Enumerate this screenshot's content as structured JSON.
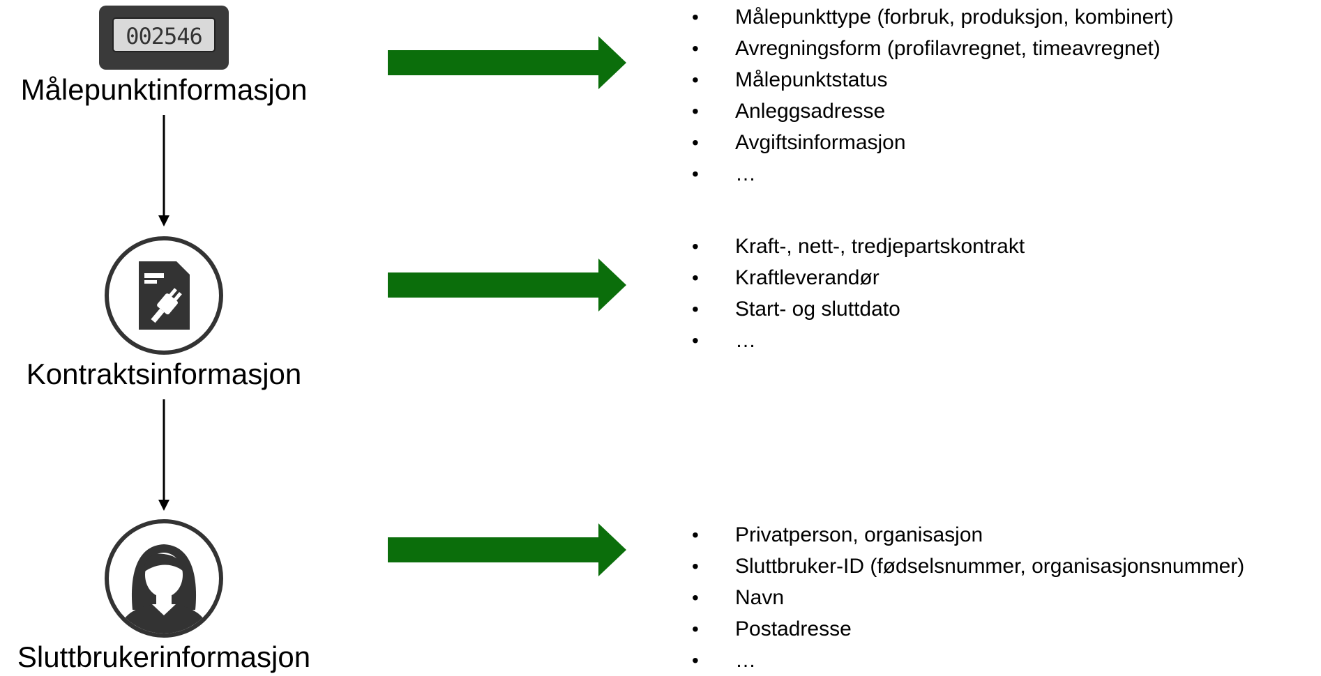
{
  "colors": {
    "arrow_green": "#0b6e0b",
    "icon_dark": "#333333",
    "meter_body": "#3a3a3a",
    "meter_display": "#d9d9d9"
  },
  "entities": [
    {
      "icon": "meter-icon",
      "meter_reading": "002546",
      "label": "Målepunktinformasjon",
      "details": [
        "Målepunkttype (forbruk, produksjon, kombinert)",
        "Avregningsform (profilavregnet, timeavregnet)",
        "Målepunktstatus",
        "Anleggsadresse",
        "Avgiftsinformasjon",
        "…"
      ]
    },
    {
      "icon": "contract-document-plug-icon",
      "label": "Kontraktsinformasjon",
      "details": [
        "Kraft-, nett-, tredjepartskontrakt",
        "Kraftleverandør",
        "Start- og sluttdato",
        "…"
      ]
    },
    {
      "icon": "person-avatar-icon",
      "label": "Sluttbrukerinformasjon",
      "details": [
        "Privatperson, organisasjon",
        "Sluttbruker-ID (fødselsnummer, organisasjonsnummer)",
        "Navn",
        "Postadresse",
        "…"
      ]
    }
  ],
  "bullet": "•"
}
